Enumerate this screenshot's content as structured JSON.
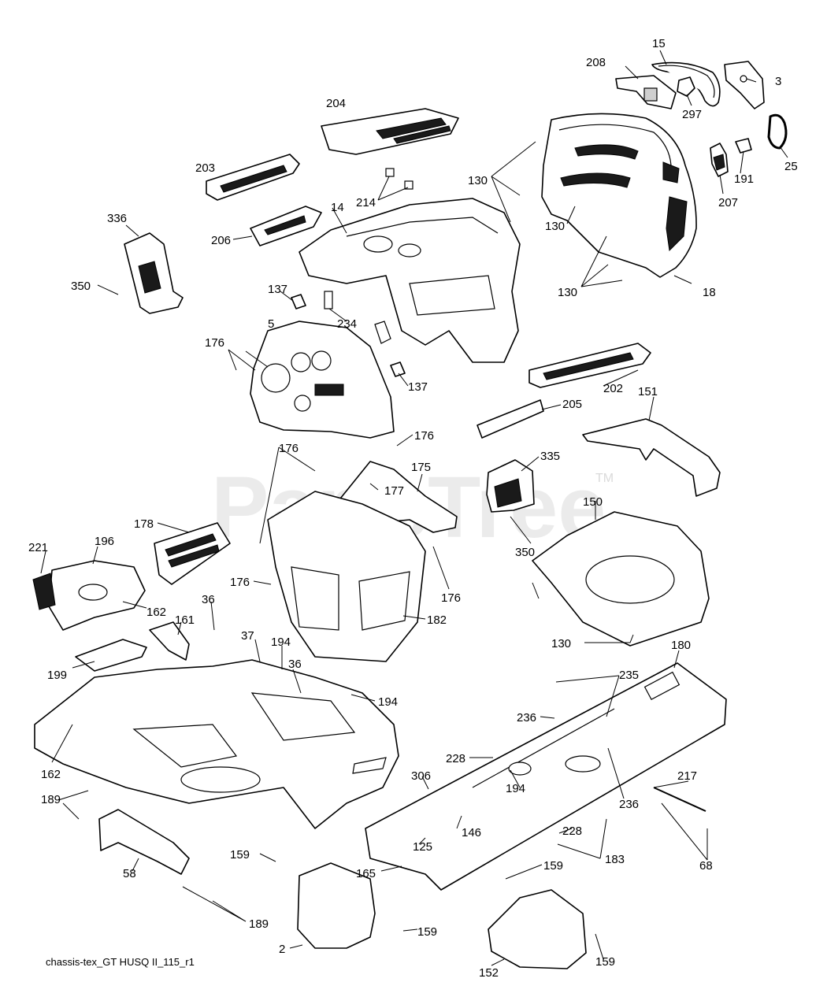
{
  "watermark": {
    "text": "PartsTree",
    "tm": "TM"
  },
  "caption": "chassis-tex_GT HUSQ II_115_r1",
  "callouts": [
    {
      "id": "c15",
      "text": "15"
    },
    {
      "id": "c208",
      "text": "208"
    },
    {
      "id": "c3",
      "text": "3"
    },
    {
      "id": "c204",
      "text": "204"
    },
    {
      "id": "c297",
      "text": "297"
    },
    {
      "id": "c25",
      "text": "25"
    },
    {
      "id": "c203",
      "text": "203"
    },
    {
      "id": "c130a",
      "text": "130"
    },
    {
      "id": "c191",
      "text": "191"
    },
    {
      "id": "c207",
      "text": "207"
    },
    {
      "id": "c214",
      "text": "214"
    },
    {
      "id": "c336",
      "text": "336"
    },
    {
      "id": "c14",
      "text": "14"
    },
    {
      "id": "c130b",
      "text": "130"
    },
    {
      "id": "c206",
      "text": "206"
    },
    {
      "id": "c130c",
      "text": "130"
    },
    {
      "id": "c18",
      "text": "18"
    },
    {
      "id": "c350a",
      "text": "350"
    },
    {
      "id": "c137a",
      "text": "137"
    },
    {
      "id": "c234",
      "text": "234"
    },
    {
      "id": "c5",
      "text": "5"
    },
    {
      "id": "c176a",
      "text": "176"
    },
    {
      "id": "c137b",
      "text": "137"
    },
    {
      "id": "c202",
      "text": "202"
    },
    {
      "id": "c151",
      "text": "151"
    },
    {
      "id": "c205",
      "text": "205"
    },
    {
      "id": "c176b",
      "text": "176"
    },
    {
      "id": "c176c",
      "text": "176"
    },
    {
      "id": "c335",
      "text": "335"
    },
    {
      "id": "c175",
      "text": "175"
    },
    {
      "id": "c177",
      "text": "177"
    },
    {
      "id": "c150",
      "text": "150"
    },
    {
      "id": "c178",
      "text": "178"
    },
    {
      "id": "c221",
      "text": "221"
    },
    {
      "id": "c196",
      "text": "196"
    },
    {
      "id": "c350b",
      "text": "350"
    },
    {
      "id": "c176d",
      "text": "176"
    },
    {
      "id": "c176e",
      "text": "176"
    },
    {
      "id": "c162a",
      "text": "162"
    },
    {
      "id": "c182",
      "text": "182"
    },
    {
      "id": "c36a",
      "text": "36"
    },
    {
      "id": "c161",
      "text": "161"
    },
    {
      "id": "c37",
      "text": "37"
    },
    {
      "id": "c194a",
      "text": "194"
    },
    {
      "id": "c36b",
      "text": "36"
    },
    {
      "id": "c130d",
      "text": "130"
    },
    {
      "id": "c180",
      "text": "180"
    },
    {
      "id": "c199",
      "text": "199"
    },
    {
      "id": "c194b",
      "text": "194"
    },
    {
      "id": "c235",
      "text": "235"
    },
    {
      "id": "c236a",
      "text": "236"
    },
    {
      "id": "c162b",
      "text": "162"
    },
    {
      "id": "c228a",
      "text": "228"
    },
    {
      "id": "c306",
      "text": "306"
    },
    {
      "id": "c194c",
      "text": "194"
    },
    {
      "id": "c236b",
      "text": "236"
    },
    {
      "id": "c217",
      "text": "217"
    },
    {
      "id": "c189a",
      "text": "189"
    },
    {
      "id": "c146",
      "text": "146"
    },
    {
      "id": "c228b",
      "text": "228"
    },
    {
      "id": "c125",
      "text": "125"
    },
    {
      "id": "c58",
      "text": "58"
    },
    {
      "id": "c159a",
      "text": "159"
    },
    {
      "id": "c183",
      "text": "183"
    },
    {
      "id": "c68",
      "text": "68"
    },
    {
      "id": "c165",
      "text": "165"
    },
    {
      "id": "c159b",
      "text": "159"
    },
    {
      "id": "c189b",
      "text": "189"
    },
    {
      "id": "c159c",
      "text": "159"
    },
    {
      "id": "c2",
      "text": "2"
    },
    {
      "id": "c159d",
      "text": "159"
    },
    {
      "id": "c152",
      "text": "152"
    }
  ]
}
